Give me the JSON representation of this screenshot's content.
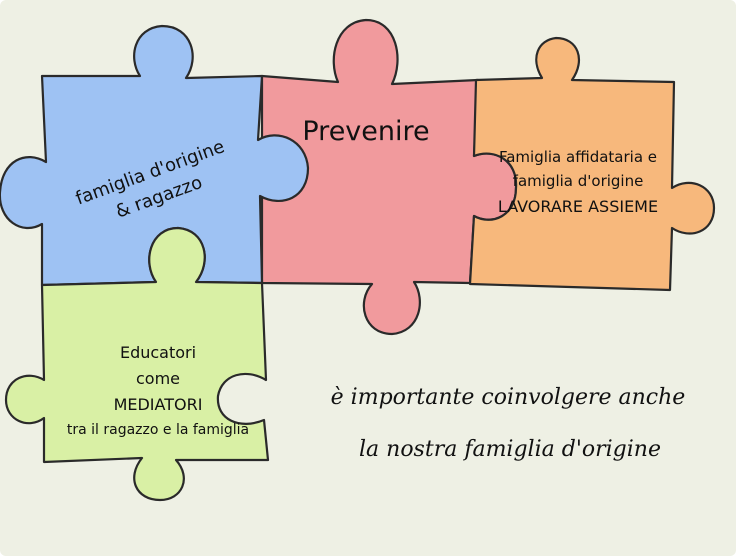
{
  "colors": {
    "background": "#eef0e4",
    "blue": "#9ec2f3",
    "red": "#f19a9d",
    "orange": "#f7b87c",
    "green": "#d9f0a5"
  },
  "pieces": {
    "blue": {
      "lines": [
        "famiglia d'origine",
        "& ragazzo"
      ]
    },
    "red": {
      "title": "Prevenire"
    },
    "orange": {
      "lines": [
        "Famiglia affidataria e",
        "famiglia d'origine",
        "LAVORARE ASSIEME"
      ]
    },
    "green": {
      "lines": [
        "Educatori",
        "come",
        "MEDIATORI",
        "tra il ragazzo e la famiglia"
      ]
    }
  },
  "caption": {
    "line1": "è importante coinvolgere anche",
    "line2": "la nostra famiglia d'origine"
  }
}
